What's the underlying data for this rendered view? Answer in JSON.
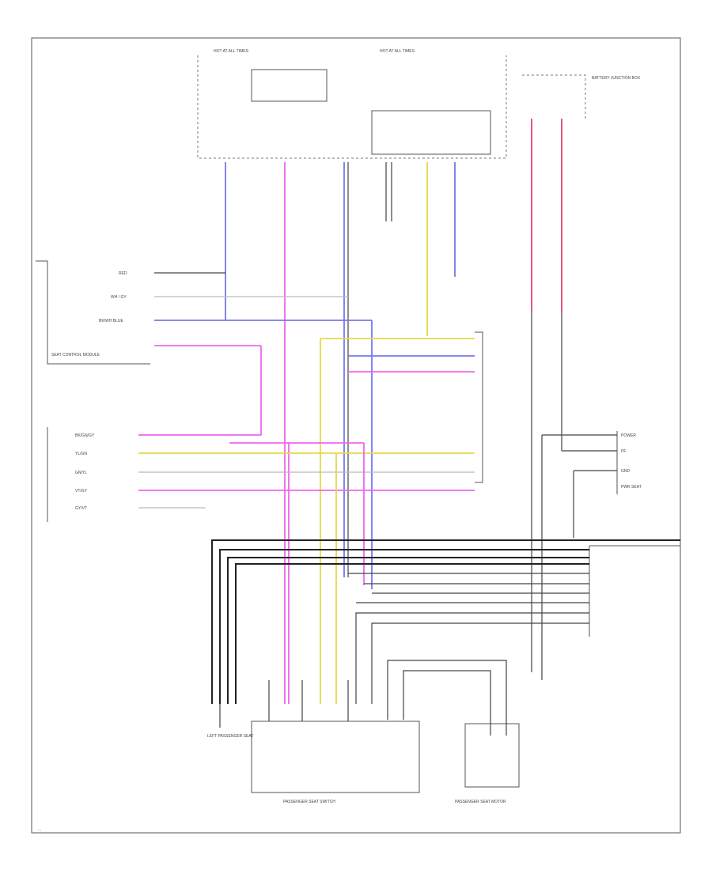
{
  "diagram": {
    "footer_code": "...",
    "top_labels": {
      "hot_at_all_times_left": "HOT AT ALL TIMES",
      "hot_at_all_times_mid": "HOT AT ALL TIMES",
      "battery_junction": "BATTERY JUNCTION BOX"
    },
    "left_connector_labels": [
      "RED",
      "WH / GY",
      "BK/WH BLUE"
    ],
    "left_block_title": "SEAT CONTROL MODULE",
    "lower_left_labels": [
      "BK/GN/GY",
      "YL/GN",
      "GN/YL",
      "VT/GY",
      "GY/VT"
    ],
    "right_connector_labels": [
      "POWER",
      "PF",
      "GND",
      "PWR SEAT"
    ],
    "bottom_left_component": "LEFT PASSENGER SEAT",
    "bottom_mid_component": "PASSENGER SEAT SWITCH",
    "bottom_right_component": "PASSENGER SEAT MOTOR"
  }
}
